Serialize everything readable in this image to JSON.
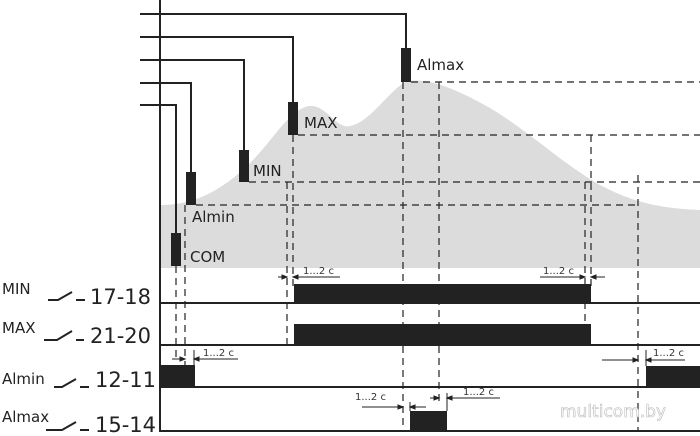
{
  "levels": {
    "almax": "Almax",
    "max": "MAX",
    "min": "MIN",
    "almin": "Almin",
    "com": "COM"
  },
  "rows": [
    {
      "name": "MIN",
      "contacts": "17-18"
    },
    {
      "name": "MAX",
      "contacts": "21-20"
    },
    {
      "name": "Almin",
      "contacts": "12-11"
    },
    {
      "name": "Almax",
      "contacts": "15-14"
    }
  ],
  "delay_label": "1...2 c",
  "watermark": "multicom.by",
  "colors": {
    "signal": "#dcdcdc",
    "bar": "#222222",
    "line": "#222222"
  }
}
